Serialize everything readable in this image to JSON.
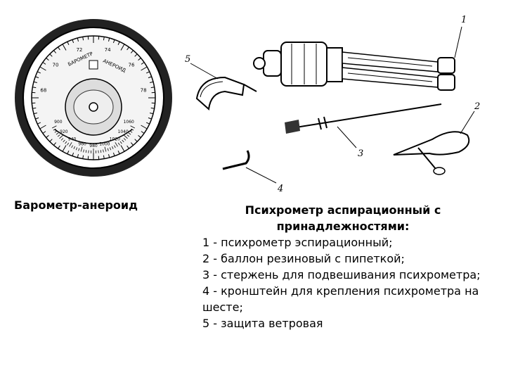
{
  "barometer": {
    "caption": "Барометр-анероид",
    "dial_text": [
      "БАРОМЕТР",
      "АНЕРОИД"
    ],
    "outer_scale": [
      "68",
      "70",
      "72",
      "74",
      "76",
      "78"
    ],
    "inner_scale": [
      "900",
      "920",
      "940",
      "960",
      "980",
      "1000",
      "1020",
      "1040",
      "1060"
    ]
  },
  "psychrometer": {
    "callouts": [
      "1",
      "2",
      "3",
      "4",
      "5"
    ],
    "title": "Психрометр аспирационный с принадлежностями:",
    "items": [
      "1 - психрометр эспирационный;",
      "2 - баллон резиновый с пипеткой;",
      "3 - стержень для подвешивания психрометра;",
      "4 - кронштейн для крепления психрометра на шесте;",
      "5 - защита ветровая"
    ]
  }
}
